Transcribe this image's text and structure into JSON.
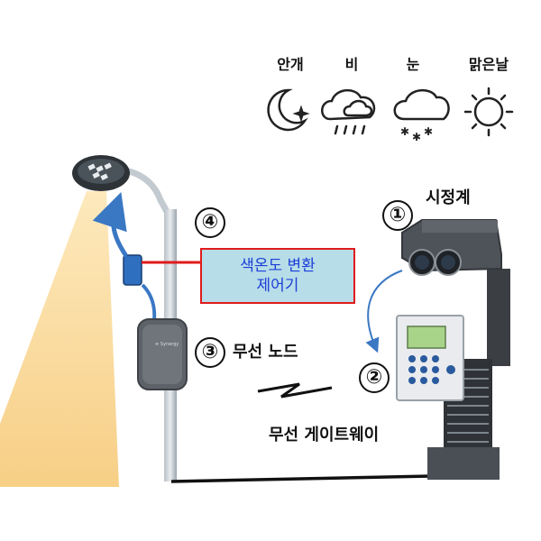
{
  "weather": [
    {
      "label": "안개",
      "icon": "fog-moon-icon"
    },
    {
      "label": "비",
      "icon": "rain-cloud-icon"
    },
    {
      "label": "눈",
      "icon": "snow-cloud-icon"
    },
    {
      "label": "맑은날",
      "icon": "sun-icon"
    }
  ],
  "components": {
    "visibility_meter": {
      "number": "①",
      "label": "시정계"
    },
    "gateway": {
      "number": "②",
      "label": "무선 게이트웨이"
    },
    "node": {
      "number": "③",
      "label": "무선 노드"
    },
    "controller": {
      "number": "④",
      "line1": "색온도 변환",
      "line2": "제어기"
    }
  },
  "colors": {
    "arrow_blue": "#3a78c4",
    "link_red": "#e01b1b",
    "box_fill": "#b7dde8",
    "box_text": "#1d3fd8",
    "light_cone": "#fbe3b0"
  }
}
